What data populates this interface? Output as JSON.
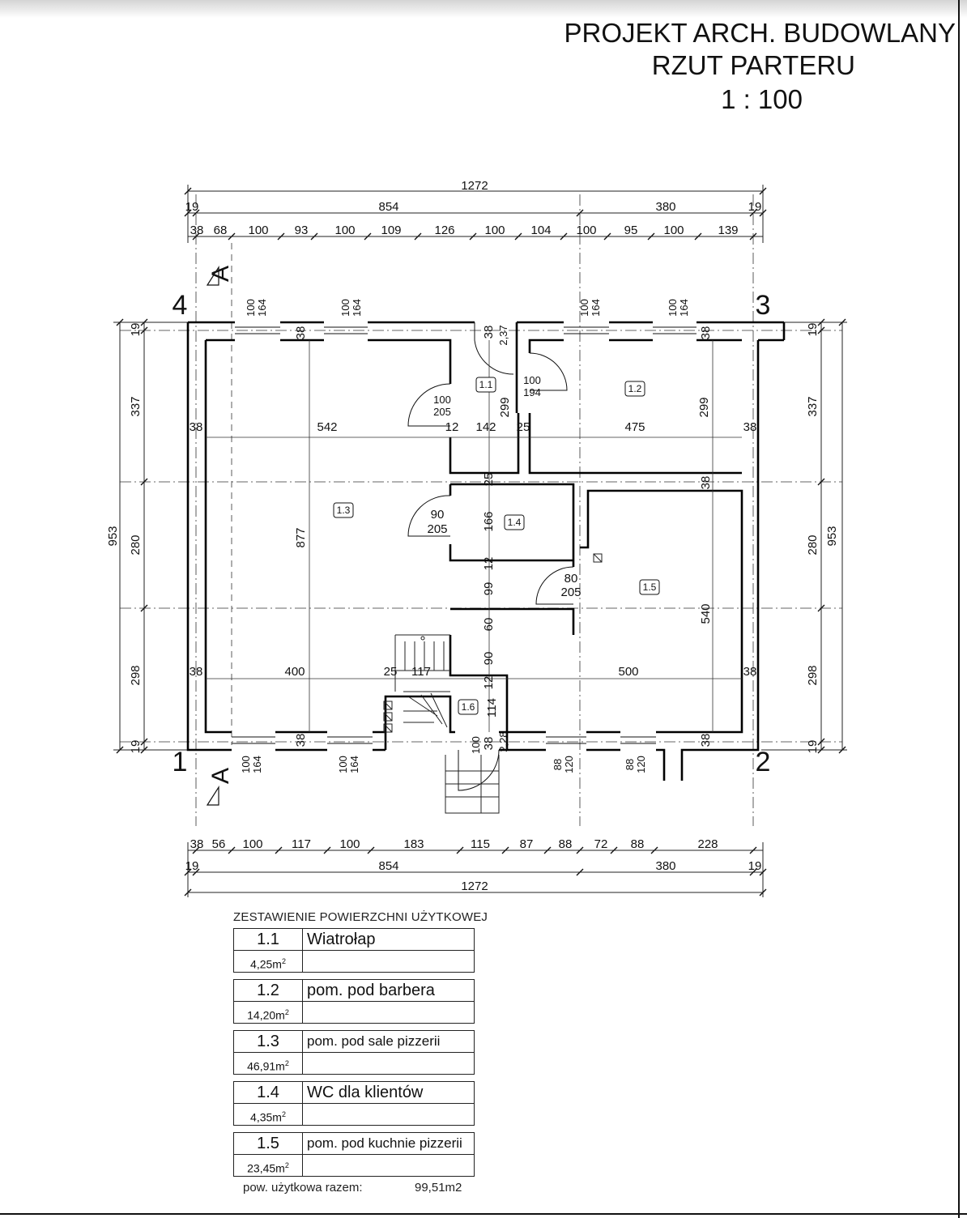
{
  "title": {
    "line1": "PROJEKT ARCH. BUDOWLANY",
    "line2": "RZUT PARTERU",
    "line3": "1 : 100"
  },
  "axes": {
    "a4": "4",
    "a3": "3",
    "a1": "1",
    "a2": "2"
  },
  "section": {
    "label": "A"
  },
  "dims_top": {
    "total": "1272",
    "row2": [
      "19",
      "854",
      "380",
      "19"
    ],
    "row3": [
      "38",
      "68",
      "100",
      "93",
      "100",
      "109",
      "126",
      "100",
      "104",
      "100",
      "95",
      "100",
      "139"
    ]
  },
  "dims_bottom": {
    "row1": [
      "38",
      "56",
      "100",
      "117",
      "100",
      "183",
      "115",
      "87",
      "88",
      "72",
      "88",
      "228"
    ],
    "row2": [
      "19",
      "854",
      "380",
      "19"
    ],
    "total": "1272"
  },
  "dims_left": {
    "total": "953",
    "parts": [
      "19",
      "337",
      "280",
      "298",
      "19"
    ]
  },
  "dims_right": {
    "total": "953",
    "parts": [
      "19",
      "337",
      "280",
      "298",
      "19"
    ]
  },
  "interior_dims": {
    "d_542": "542",
    "d_142": "142",
    "d_475": "475",
    "d_877": "877",
    "d_299a": "299",
    "d_299b": "299",
    "d_400": "400",
    "d_117": "117",
    "d_500": "500",
    "d_540": "540",
    "d_166": "166",
    "d_99": "99",
    "d_60": "60",
    "d_90": "90",
    "d_114": "114",
    "d_38": "38",
    "d_12": "12",
    "d_25": "25",
    "d_237": "2,37",
    "d_228": "2,28"
  },
  "windows": {
    "w_top": [
      "100",
      "164"
    ],
    "w_bot": [
      "100",
      "164"
    ],
    "w_bot_small": [
      "88",
      "120"
    ]
  },
  "doors": {
    "d1": [
      "100",
      "205"
    ],
    "d2": [
      "100",
      "194"
    ],
    "d3": [
      "90",
      "205"
    ],
    "d4": [
      "80",
      "205"
    ],
    "d5": "100"
  },
  "room_tags": [
    "1.1",
    "1.2",
    "1.3",
    "1.4",
    "1.5",
    "1.6"
  ],
  "legend": {
    "title": "ZESTAWIENIE POWIERZCHNI UŻYTKOWEJ",
    "rooms": [
      {
        "id": "1.1",
        "name": "Wiatrołap",
        "area": "4,25m"
      },
      {
        "id": "1.2",
        "name": "pom. pod barbera",
        "area": "14,20m"
      },
      {
        "id": "1.3",
        "name": "pom. pod  sale pizzerii",
        "area": "46,91m"
      },
      {
        "id": "1.4",
        "name": "WC dla klientów",
        "area": "4,35m"
      },
      {
        "id": "1.5",
        "name": "pom. pod kuchnie pizzerii",
        "area": "23,45m"
      }
    ],
    "area_sup": "2",
    "summary_label": "pow. użytkowa razem:",
    "summary_value": "99,51m2"
  }
}
